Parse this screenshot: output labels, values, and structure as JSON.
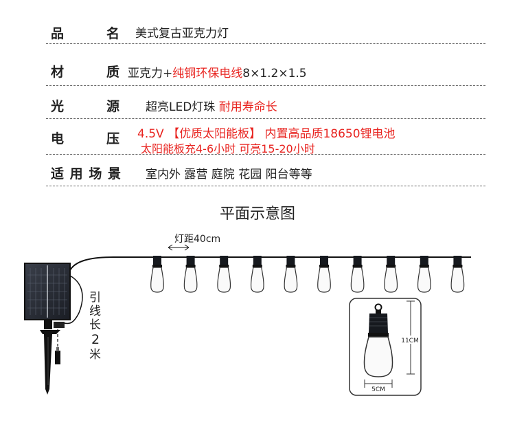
{
  "specs": {
    "name": {
      "label_chars": [
        "品",
        "名"
      ],
      "value": "美式复古亚克力灯"
    },
    "material": {
      "label_chars": [
        "材",
        "质"
      ],
      "value_plain": "亚克力+",
      "value_red": "纯铜环保电线",
      "value_dims": "8×1.2×1.5"
    },
    "light_source": {
      "label_chars": [
        "光",
        "源"
      ],
      "value_plain": "超亮LED灯珠",
      "value_red": "耐用寿命长"
    },
    "voltage": {
      "label_chars": [
        "电",
        "压"
      ],
      "line1": "4.5V 【优质太阳能板】 内置高品质18650锂电池",
      "line2": "太阳能板充4-6小时 可亮15-20小时"
    },
    "usage": {
      "label_chars": [
        "适",
        "用",
        "场",
        "景"
      ],
      "value": "室内外 露营 庭院 花园 阳台等等"
    }
  },
  "diagram": {
    "title": "平面示意图",
    "bulb_spacing": "灯距40cm",
    "cable_length_chars": [
      "引",
      "线",
      "长",
      "2",
      "米"
    ],
    "bulb_height": "11CM",
    "bulb_width": "5CM",
    "bulb_count": 10
  },
  "colors": {
    "accent_red": "#e8231f",
    "text": "#222222"
  }
}
